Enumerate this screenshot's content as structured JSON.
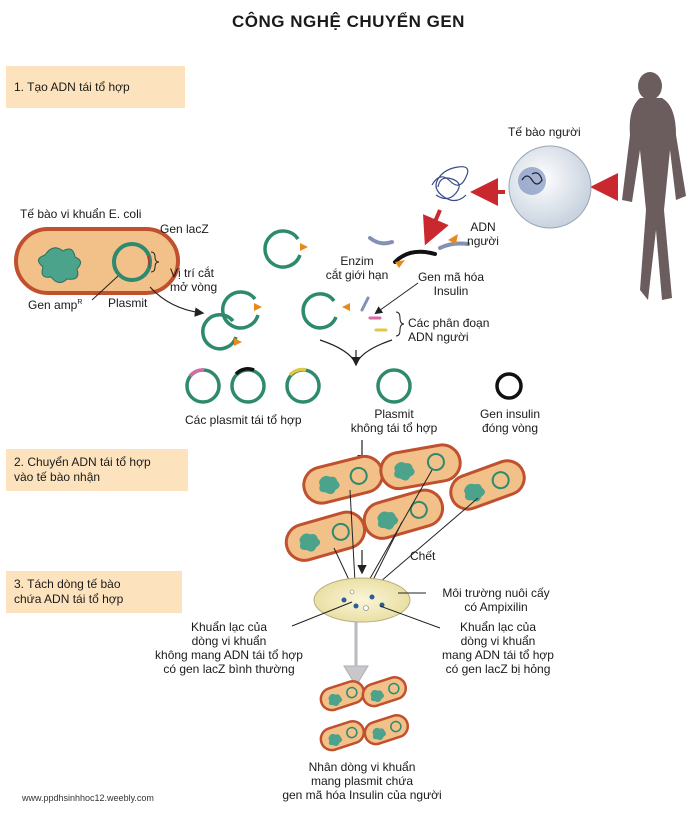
{
  "title": "CÔNG NGHỆ CHUYỂN GEN",
  "steps": {
    "s1": "1. Tạo ADN tái tổ hợp",
    "s2_line1": "2. Chuyển ADN tái tổ hợp",
    "s2_line2": "vào tế bào nhận",
    "s3_line1": "3. Tách dòng tế bào",
    "s3_line2": "chứa ADN tái tổ hợp"
  },
  "labels": {
    "human_cell": "Tế bào người",
    "ecoli_cell": "Tế bào vi khuẩn E. coli",
    "gene_lacz": "Gen lacZ",
    "cut_site_1": "Vị trí cắt",
    "cut_site_2": "mở vòng",
    "gene_amp": "Gen amp",
    "gene_amp_sup": "R",
    "plasmid": "Plasmit",
    "enzyme_1": "Enzim",
    "enzyme_2": "cắt giới hạn",
    "human_dna_1": "ADN",
    "human_dna_2": "người",
    "insulin_gene_1": "Gen mã hóa",
    "insulin_gene_2": "Insulin",
    "fragments_1": "Các phân đoạn",
    "fragments_2": "ADN người",
    "recombinant_plasmids": "Các plasmit tái tổ hợp",
    "nonrecomb_1": "Plasmit",
    "nonrecomb_2": "không tái tổ hợp",
    "circular_gene_1": "Gen insulin",
    "circular_gene_2": "đóng vòng",
    "dead": "Chết",
    "medium_1": "Môi trường nuôi cấy",
    "medium_2": "có Ampixilin",
    "colony_left_1": "Khuẩn lạc của",
    "colony_left_2": "dòng vi khuẩn",
    "colony_left_3": "không mang ADN tái tổ hợp",
    "colony_left_4": "có gen lacZ bình thường",
    "colony_right_1": "Khuẩn lạc của",
    "colony_right_2": "dòng vi khuẩn",
    "colony_right_3": "mang ADN tái tổ hợp",
    "colony_right_4": "có gen lacZ bị hỏng",
    "clone_1": "Nhân dòng vi khuẩn",
    "clone_2": "mang plasmit chứa",
    "clone_3": "gen mã hóa Insulin của người"
  },
  "footer": "www.ppdhsinhhoc12.weebly.com",
  "colors": {
    "step_box": "#fde3bd",
    "bacteria_fill": "#f2c089",
    "bacteria_outline": "#c0502e",
    "plasmid": "#2e8a6e",
    "arrow_red": "#c8282e",
    "enzyme": "#e88a1a",
    "insert_pink": "#d96aa5",
    "insert_yellow": "#e2c64a",
    "dish": "#f6efc6"
  }
}
